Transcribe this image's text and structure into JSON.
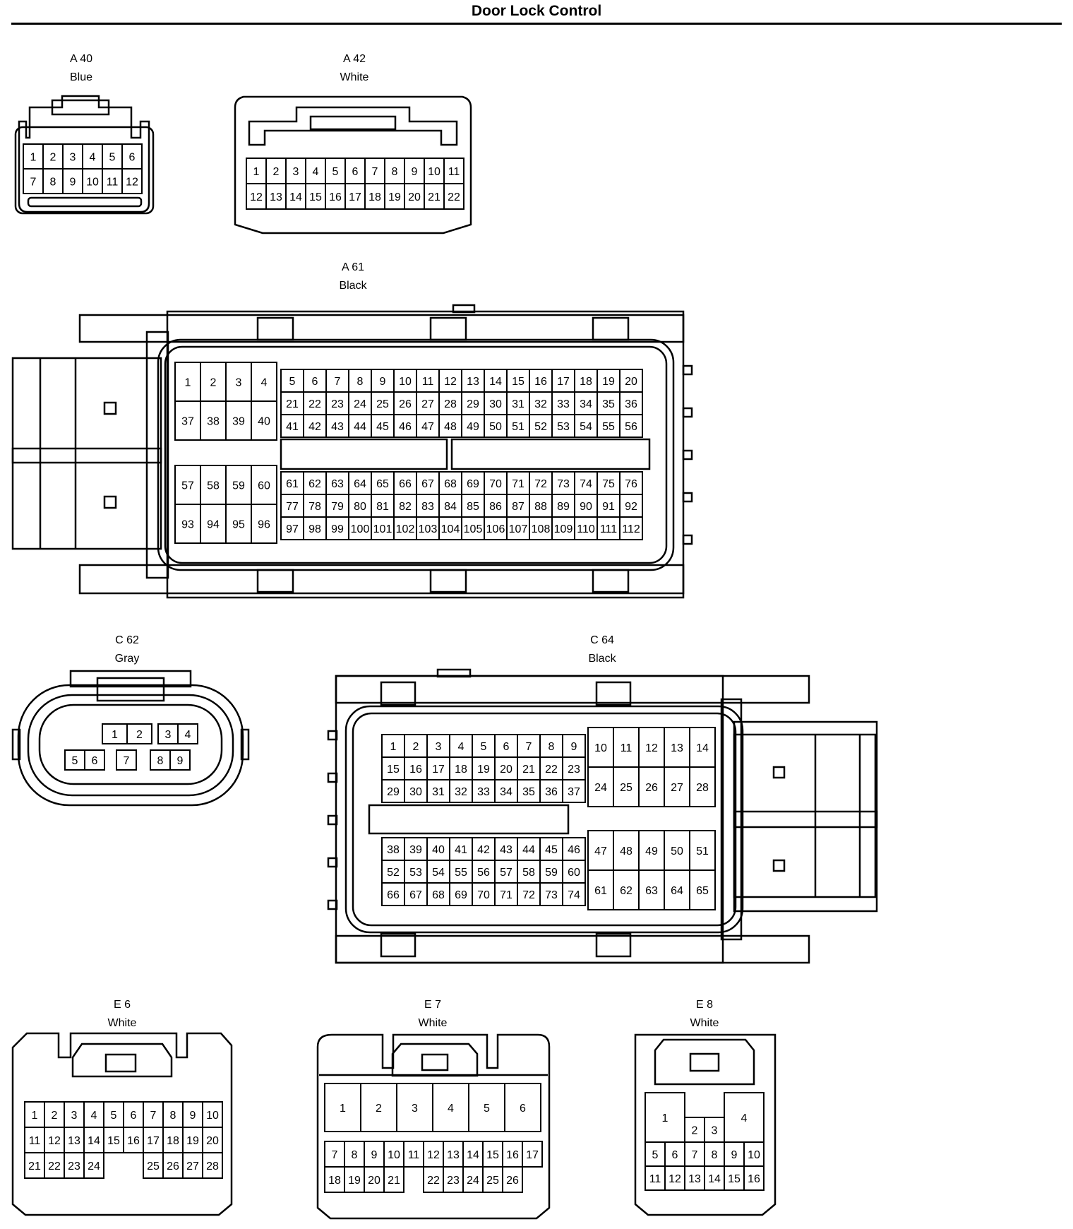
{
  "title": "Door Lock Control",
  "connectors": [
    {
      "id": "A40",
      "code": "A 40",
      "color": "Blue",
      "rows": [
        [
          1,
          2,
          3,
          4,
          5,
          6
        ],
        [
          7,
          8,
          9,
          10,
          11,
          12
        ]
      ]
    },
    {
      "id": "A42",
      "code": "A 42",
      "color": "White",
      "rows": [
        [
          1,
          2,
          3,
          4,
          5,
          6,
          7,
          8,
          9,
          10,
          11
        ],
        [
          12,
          13,
          14,
          15,
          16,
          17,
          18,
          19,
          20,
          21,
          22
        ]
      ]
    },
    {
      "id": "A61",
      "code": "A 61",
      "color": "Black",
      "blocks": [
        {
          "rows": [
            [
              1,
              2,
              3,
              4
            ],
            [
              37,
              38,
              39,
              40
            ]
          ]
        },
        {
          "rows": [
            [
              5,
              6,
              7,
              8,
              9,
              10,
              11,
              12,
              13,
              14,
              15,
              16,
              17,
              18,
              19,
              20
            ],
            [
              21,
              22,
              23,
              24,
              25,
              26,
              27,
              28,
              29,
              30,
              31,
              32,
              33,
              34,
              35,
              36
            ],
            [
              41,
              42,
              43,
              44,
              45,
              46,
              47,
              48,
              49,
              50,
              51,
              52,
              53,
              54,
              55,
              56
            ]
          ]
        },
        {
          "rows": [
            [
              57,
              58,
              59,
              60
            ],
            [
              93,
              94,
              95,
              96
            ]
          ]
        },
        {
          "rows": [
            [
              61,
              62,
              63,
              64,
              65,
              66,
              67,
              68,
              69,
              70,
              71,
              72,
              73,
              74,
              75,
              76
            ],
            [
              77,
              78,
              79,
              80,
              81,
              82,
              83,
              84,
              85,
              86,
              87,
              88,
              89,
              90,
              91,
              92
            ],
            [
              97,
              98,
              99,
              100,
              101,
              102,
              103,
              104,
              105,
              106,
              107,
              108,
              109,
              110,
              111,
              112
            ]
          ]
        }
      ]
    },
    {
      "id": "C62",
      "code": "C 62",
      "color": "Gray",
      "groups": [
        [
          1,
          2
        ],
        [
          3,
          4
        ],
        [
          5,
          6
        ],
        [
          7
        ],
        [
          8,
          9
        ]
      ]
    },
    {
      "id": "C64",
      "code": "C 64",
      "color": "Black",
      "blocks": [
        {
          "rows": [
            [
              1,
              2,
              3,
              4,
              5,
              6,
              7,
              8,
              9
            ],
            [
              15,
              16,
              17,
              18,
              19,
              20,
              21,
              22,
              23
            ],
            [
              29,
              30,
              31,
              32,
              33,
              34,
              35,
              36,
              37
            ]
          ]
        },
        {
          "rows": [
            [
              10,
              11,
              12,
              13,
              14
            ],
            [
              24,
              25,
              26,
              27,
              28
            ]
          ]
        },
        {
          "rows": [
            [
              38,
              39,
              40,
              41,
              42,
              43,
              44,
              45,
              46
            ],
            [
              52,
              53,
              54,
              55,
              56,
              57,
              58,
              59,
              60
            ],
            [
              66,
              67,
              68,
              69,
              70,
              71,
              72,
              73,
              74
            ]
          ]
        },
        {
          "rows": [
            [
              47,
              48,
              49,
              50,
              51
            ],
            [
              61,
              62,
              63,
              64,
              65
            ]
          ]
        }
      ]
    },
    {
      "id": "E6",
      "code": "E 6",
      "color": "White",
      "rows": [
        [
          1,
          2,
          3,
          4,
          5,
          6,
          7,
          8,
          9,
          10
        ],
        [
          11,
          12,
          13,
          14,
          15,
          16,
          17,
          18,
          19,
          20
        ],
        [
          21,
          22,
          23,
          24,
          null,
          null,
          25,
          26,
          27,
          28
        ]
      ]
    },
    {
      "id": "E7",
      "code": "E 7",
      "color": "White",
      "top": [
        1,
        2,
        3,
        4,
        5,
        6
      ],
      "rows": [
        [
          7,
          8,
          9,
          10,
          11,
          12,
          13,
          14,
          15,
          16,
          17
        ],
        [
          18,
          19,
          20,
          21,
          null,
          22,
          23,
          24,
          25,
          26
        ]
      ]
    },
    {
      "id": "E8",
      "code": "E 8",
      "color": "White",
      "top": [
        1,
        2,
        3,
        4
      ],
      "rows": [
        [
          5,
          6,
          7,
          8,
          9,
          10
        ],
        [
          11,
          12,
          13,
          14,
          15,
          16
        ]
      ]
    }
  ]
}
